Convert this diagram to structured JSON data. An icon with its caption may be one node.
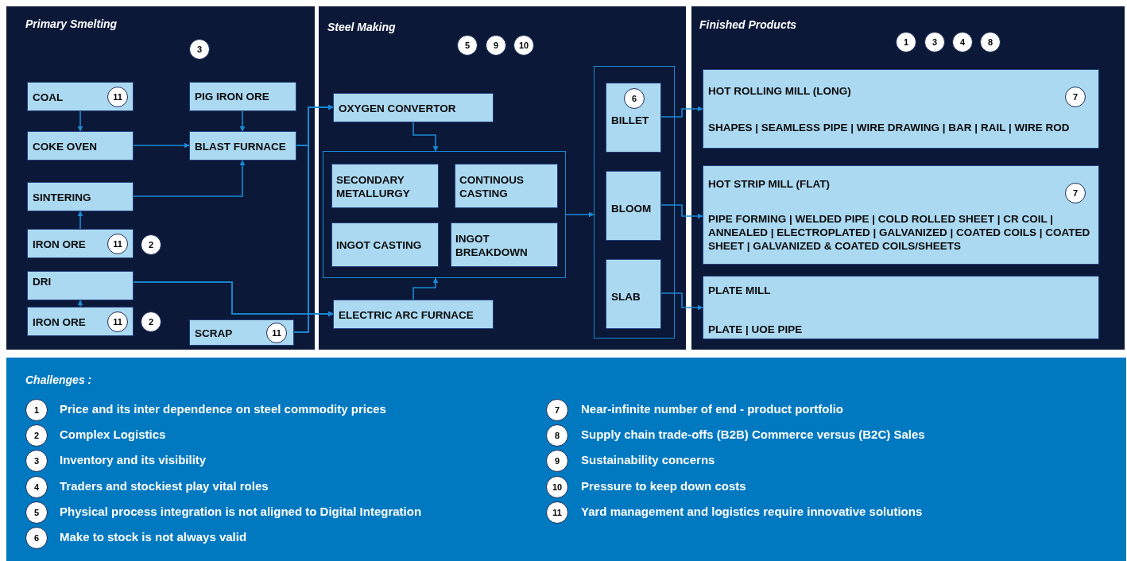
{
  "diagram": {
    "nodes": [
      {
        "text": [
          "Primary Smelting"
        ]
      },
      {
        "text": [
          "COAL",
          "11"
        ],
        "in": 0
      },
      {
        "text": [
          "PIG IRON ORE"
        ],
        "in": 0
      },
      {
        "text": [
          "COKE OVEN"
        ],
        "in": 0
      },
      {
        "text": [
          "BLAST FURNACE"
        ],
        "in": 0
      },
      {
        "text": [
          "SINTERING"
        ],
        "in": 0
      },
      {
        "text": [
          "IRON ORE",
          "11"
        ],
        "beside": [
          "2"
        ],
        "in": 0
      },
      {
        "text": [
          "DRI"
        ],
        "in": 0
      },
      {
        "text": [
          "IRON ORE",
          "11"
        ],
        "beside": [
          "2"
        ],
        "in": 0
      },
      {
        "text": [
          "SCRAP",
          "11"
        ],
        "in": 0
      },
      {
        "text": [
          "Steel Making"
        ]
      },
      {
        "text": [
          "OXYGEN CONVERTOR"
        ],
        "in": 10
      },
      {
        "text": [],
        "shape": "box",
        "in": 10
      },
      {
        "text": [
          "SECONDARY METALLURGY"
        ],
        "in": 12
      },
      {
        "text": [
          "CONTINOUS CASTING"
        ],
        "in": 12
      },
      {
        "text": [
          "INGOT CASTING"
        ],
        "in": 12
      },
      {
        "text": [
          "INGOT BREAKDOWN"
        ],
        "in": 12
      },
      {
        "text": [
          "ELECTRIC ARC FURNACE"
        ],
        "in": 10
      },
      {
        "text": [],
        "shape": "box",
        "in": 10
      },
      {
        "text": [
          "6",
          "BILLET"
        ],
        "in": 18
      },
      {
        "text": [
          "BLOOM"
        ],
        "in": 18
      },
      {
        "text": [
          "SLAB"
        ],
        "in": 18
      },
      {
        "text": [
          "Finished Products"
        ]
      },
      {
        "text": [
          "HOT ROLLING MILL (LONG)",
          "7",
          "SHAPES | SEAMLESS PIPE | WIRE DRAWING | BAR | RAIL | WIRE ROD"
        ],
        "in": 22
      },
      {
        "text": [
          "HOT STRIP MILL (FLAT)",
          "7",
          "PIPE FORMING | WELDED PIPE | COLD ROLLED SHEET | CR COIL | ANNEALED | ELECTROPLATED | GALVANIZED | COATED COILS | COATED SHEET | GALVANIZED & COATED COILS/SHEETS"
        ],
        "in": 22
      },
      {
        "text": [
          "PLATE MILL",
          "PLATE | UOE PIPE"
        ],
        "in": 22
      },
      {
        "text": [
          "Challenges :"
        ]
      }
    ],
    "edges": [
      {
        "from": 1,
        "to": 3,
        "arrow": "to"
      },
      {
        "from": 2,
        "to": 4,
        "arrow": "to"
      },
      {
        "from": 3,
        "to": 4,
        "arrow": "to"
      },
      {
        "from": 5,
        "to": 4,
        "arrow": "to"
      },
      {
        "from": 6,
        "to": 5,
        "arrow": "to"
      },
      {
        "from": 8,
        "to": 7,
        "arrow": "to"
      },
      {
        "from": 4,
        "to": 11,
        "arrow": "to"
      },
      {
        "from": 4,
        "to": 17,
        "arrow": "to"
      },
      {
        "from": 9,
        "to": 11,
        "arrow": "to"
      },
      {
        "from": 9,
        "to": 17,
        "arrow": "to"
      },
      {
        "from": 7,
        "to": 11,
        "arrow": "to"
      },
      {
        "from": 7,
        "to": 17,
        "arrow": "to"
      },
      {
        "from": 11,
        "to": 12,
        "arrow": "to"
      },
      {
        "from": 17,
        "to": 12,
        "arrow": "to"
      },
      {
        "from": 12,
        "to": 18,
        "arrow": "to"
      },
      {
        "from": 19,
        "to": 23,
        "arrow": "to"
      },
      {
        "from": 20,
        "to": 24,
        "arrow": "to"
      },
      {
        "from": 21,
        "to": 25,
        "arrow": "to"
      }
    ],
    "labels": [
      "3",
      "5",
      "9",
      "10",
      "1",
      "3",
      "4",
      "8",
      "1",
      "Price and its inter dependence on steel commodity prices",
      "2",
      "Complex Logistics",
      "3",
      "Inventory and its visibility",
      "4",
      "Traders and stockiest play vital roles",
      "5",
      "Physical process integration is not aligned to Digital Integration",
      "6",
      "Make to stock is not always valid",
      "7",
      "Near-infinite number of end - product portfolio",
      "8",
      "Supply chain trade-offs (B2B) Commerce versus (B2C) Sales",
      "9",
      "Sustainability concerns",
      "10",
      "Pressure to keep down costs",
      "11",
      "Yard management and logistics require innovative solutions"
    ]
  }
}
